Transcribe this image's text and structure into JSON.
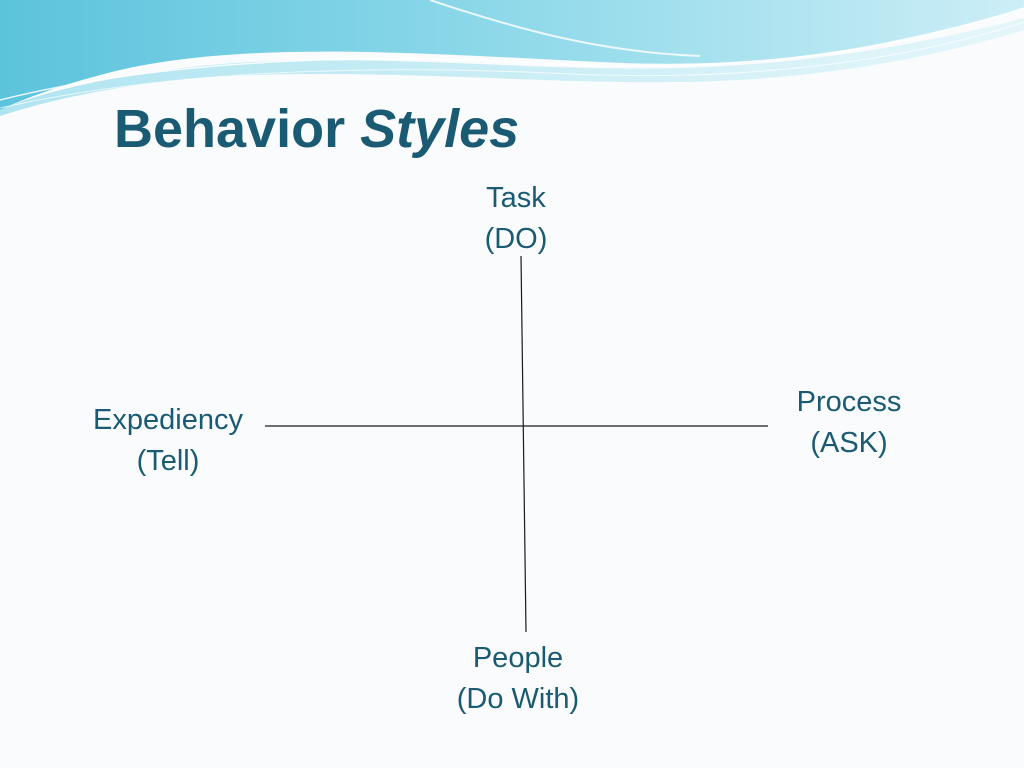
{
  "slide": {
    "title_plain": "Behavior",
    "title_emphasis": "Styles"
  },
  "axes": {
    "top": {
      "line1": "Task",
      "line2": "(DO)"
    },
    "bottom": {
      "line1": "People",
      "line2": "(Do With)"
    },
    "left": {
      "line1": "Expediency",
      "line2": "(Tell)"
    },
    "right": {
      "line1": "Process",
      "line2": "(ASK)"
    }
  },
  "colors": {
    "title": "#1a5a72",
    "label": "#1a5a72",
    "axis_line": "#1a1a1a",
    "background": "#f9fbfc",
    "wave_primary": "#7fd3e6",
    "wave_light": "#c9edf5"
  }
}
